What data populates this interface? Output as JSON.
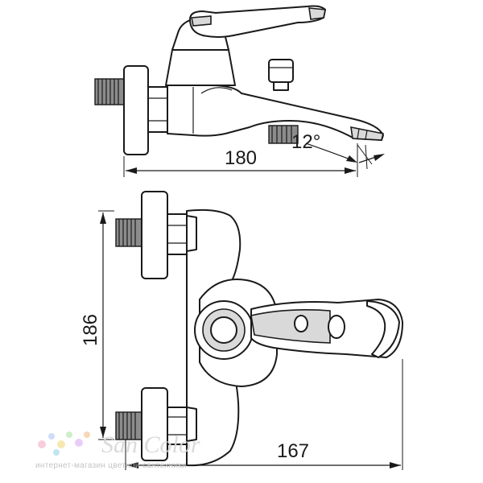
{
  "dimensions": {
    "side_length": "180",
    "spout_angle": "12°",
    "height": "186",
    "front_length": "167"
  },
  "watermark": {
    "logo": "San Color",
    "tagline": "интернет-магазин цветной сантехники",
    "dot_colors": [
      "#f6c9d8",
      "#c9d9f6",
      "#f6e6a8",
      "#c8eec4",
      "#e6c9f6",
      "#f6d3b0",
      "#b7e3ef"
    ]
  },
  "colors": {
    "line": "#1a1a1a",
    "metal_light": "#d9d9d9",
    "metal_dark": "#8c8c8c"
  }
}
